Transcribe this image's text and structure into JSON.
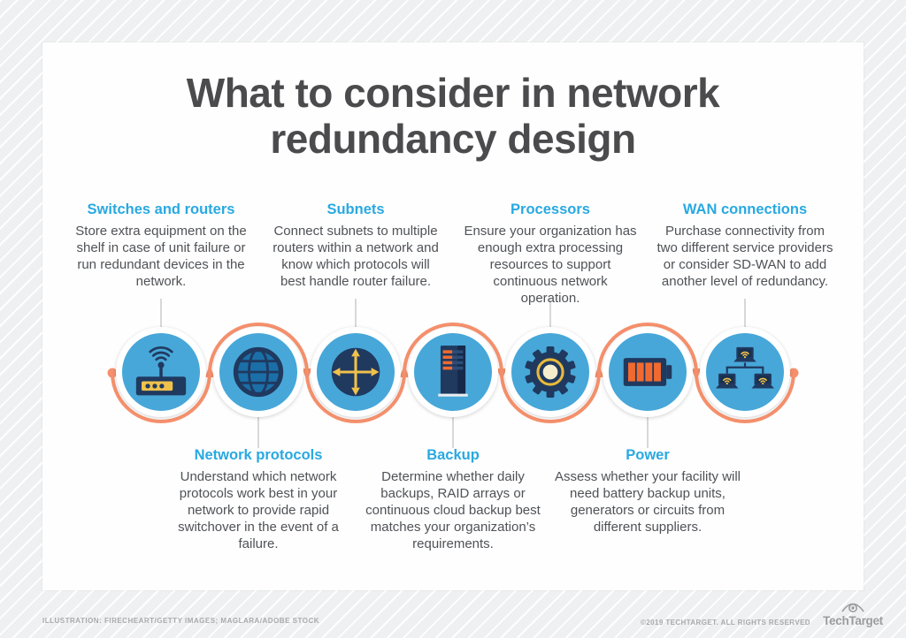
{
  "title": "What to consider in network redundancy design",
  "steps": [
    {
      "id": "switches-and-routers",
      "position": "top",
      "icon": "wireless-router-icon",
      "label": "Switches and routers",
      "desc": "Store extra equipment on the shelf in case of unit failure or run redundant devices in the network."
    },
    {
      "id": "network-protocols",
      "position": "bottom",
      "icon": "globe-icon",
      "label": "Network protocols",
      "desc": "Understand which network protocols work best in your network to provide rapid switchover in the event of a failure."
    },
    {
      "id": "subnets",
      "position": "top",
      "icon": "crossroads-arrows-icon",
      "label": "Subnets",
      "desc": "Connect subnets to multiple routers within a network and know which protocols will best handle router failure."
    },
    {
      "id": "backup",
      "position": "bottom",
      "icon": "server-icon",
      "label": "Backup",
      "desc": "Determine whether daily backups, RAID arrays or continuous cloud backup best matches your organization’s requirements."
    },
    {
      "id": "processors",
      "position": "top",
      "icon": "gear-icon",
      "label": "Processors",
      "desc": "Ensure your organization has enough extra processing resources to support continuous network operation."
    },
    {
      "id": "power",
      "position": "bottom",
      "icon": "battery-icon",
      "label": "Power",
      "desc": "Assess whether your facility will need battery backup units, generators or circuits from different suppliers."
    },
    {
      "id": "wan-connections",
      "position": "top",
      "icon": "laptop-network-icon",
      "label": "WAN connections",
      "desc": "Purchase connectivity from two different service providers or consider SD-WAN to add another level of redundancy."
    }
  ],
  "colors": {
    "heading_blue": "#29a9e1",
    "body_gray": "#4f5256",
    "flow_orange": "#f5906c",
    "circle_blue": "#47a7d8",
    "icon_navy": "#20395f",
    "icon_gold": "#f0c14b",
    "icon_orange": "#f26a2f"
  },
  "footer": {
    "credit": "ILLUSTRATION: FIRECHEART/GETTY IMAGES; MAGLARA/ADOBE STOCK",
    "copyright": "©2019 TECHTARGET. ALL RIGHTS RESERVED",
    "brand": "TechTarget"
  }
}
